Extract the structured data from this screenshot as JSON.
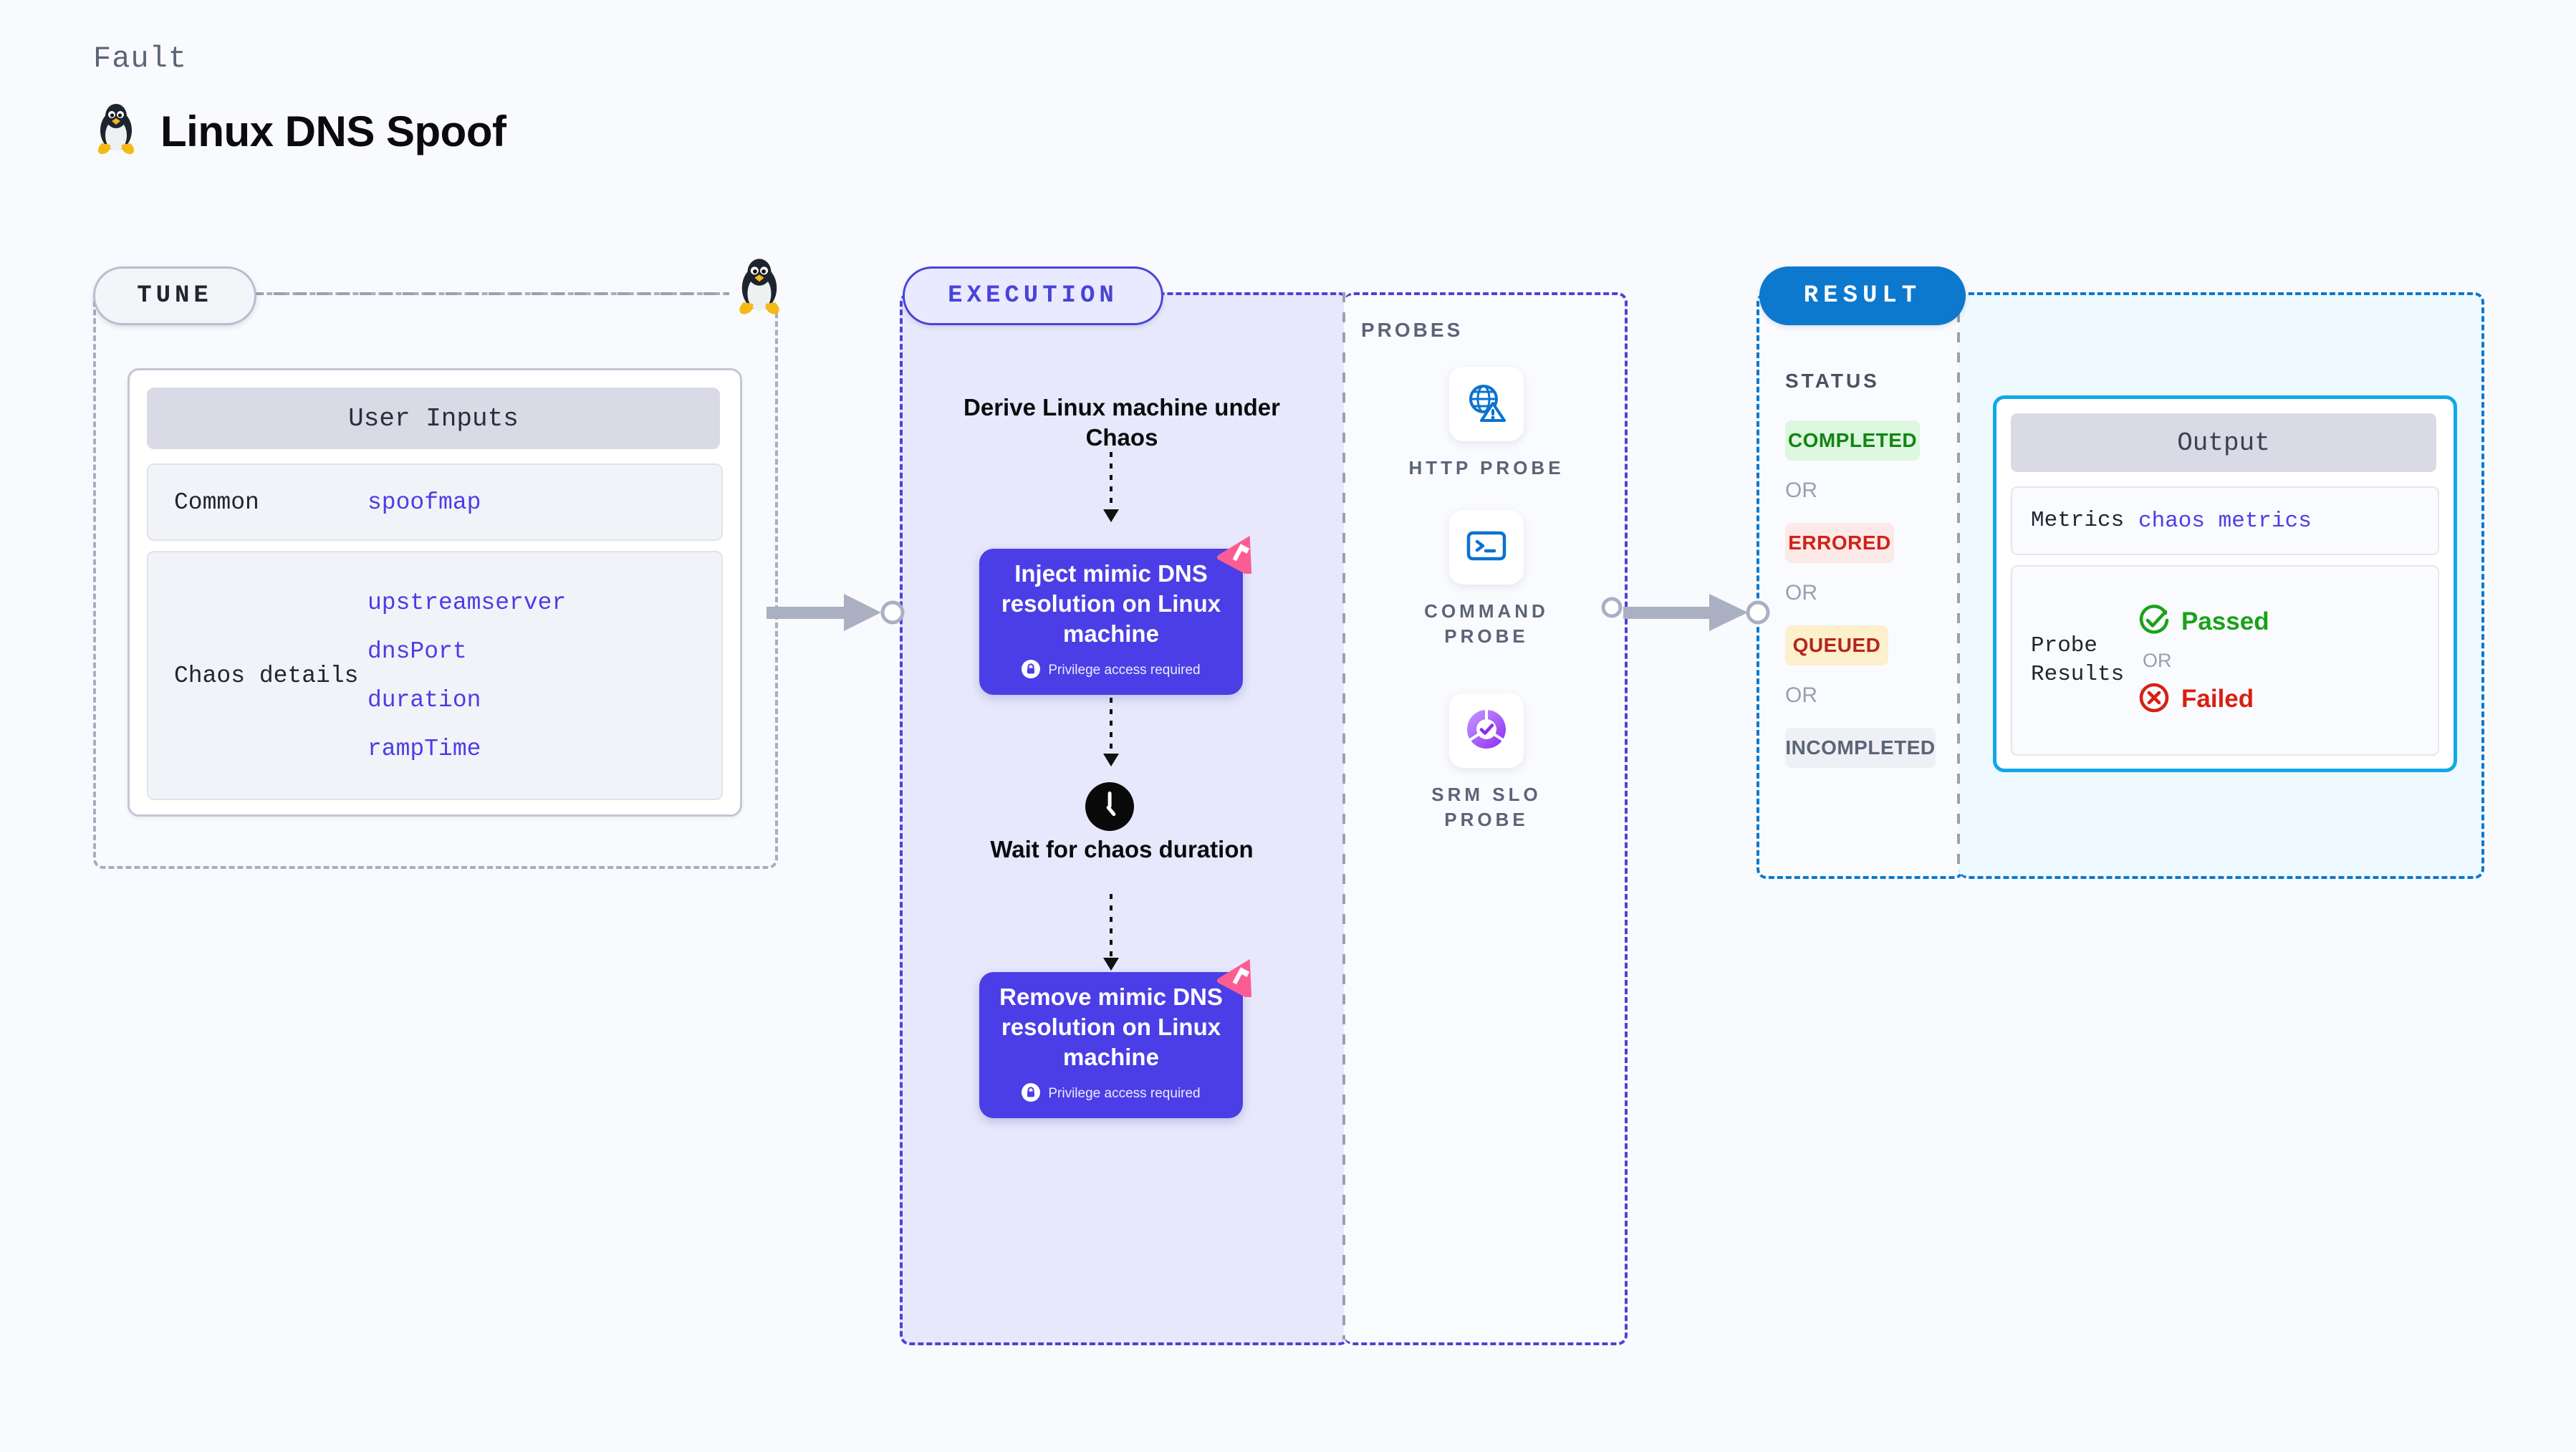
{
  "header": {
    "kicker": "Fault",
    "title": "Linux DNS Spoof",
    "icon": "linux-penguin-icon"
  },
  "tune": {
    "pill_label": "TUNE",
    "card_title": "User Inputs",
    "rows": [
      {
        "key": "Common",
        "values": [
          "spoofmap"
        ]
      },
      {
        "key": "Chaos details",
        "values": [
          "upstreamserver",
          "dnsPort",
          "duration",
          "rampTime"
        ]
      }
    ]
  },
  "execution": {
    "pill_label": "EXECUTION",
    "derive_label": "Derive Linux machine under Chaos",
    "inject_label": "Inject mimic DNS resolution on Linux machine",
    "wait_label": "Wait for chaos duration",
    "remove_label": "Remove mimic DNS resolution on Linux machine",
    "privilege_note": "Privilege access required"
  },
  "probes": {
    "title": "PROBES",
    "items": [
      {
        "name": "HTTP PROBE",
        "icon": "globe-warning-icon"
      },
      {
        "name": "COMMAND PROBE",
        "icon": "terminal-icon"
      },
      {
        "name": "SRM SLO PROBE",
        "icon": "slo-donut-check-icon"
      }
    ]
  },
  "result": {
    "pill_label": "RESULT",
    "status_title": "STATUS",
    "or_label": "OR",
    "statuses": [
      {
        "label": "COMPLETED",
        "color": "#138513",
        "bg": "#ddf7e0"
      },
      {
        "label": "ERRORED",
        "color": "#cf2318",
        "bg": "#fde9e7"
      },
      {
        "label": "QUEUED",
        "color": "#b3261e",
        "bg": "#fdf0cd"
      },
      {
        "label": "INCOMPLETED",
        "color": "#5b6478",
        "bg": "#eff0f5"
      }
    ],
    "output": {
      "card_title": "Output",
      "metrics_key": "Metrics",
      "metrics_value": "chaos metrics",
      "probe_results_key": "Probe Results",
      "passed_label": "Passed",
      "failed_label": "Failed",
      "or_label": "OR"
    }
  },
  "colors": {
    "accent_indigo": "#4b3ee6",
    "accent_blue": "#0c78ce",
    "accent_cyan": "#11a8e8",
    "flag_pink": "#fb5d93",
    "page_bg": "#f9fafd"
  }
}
